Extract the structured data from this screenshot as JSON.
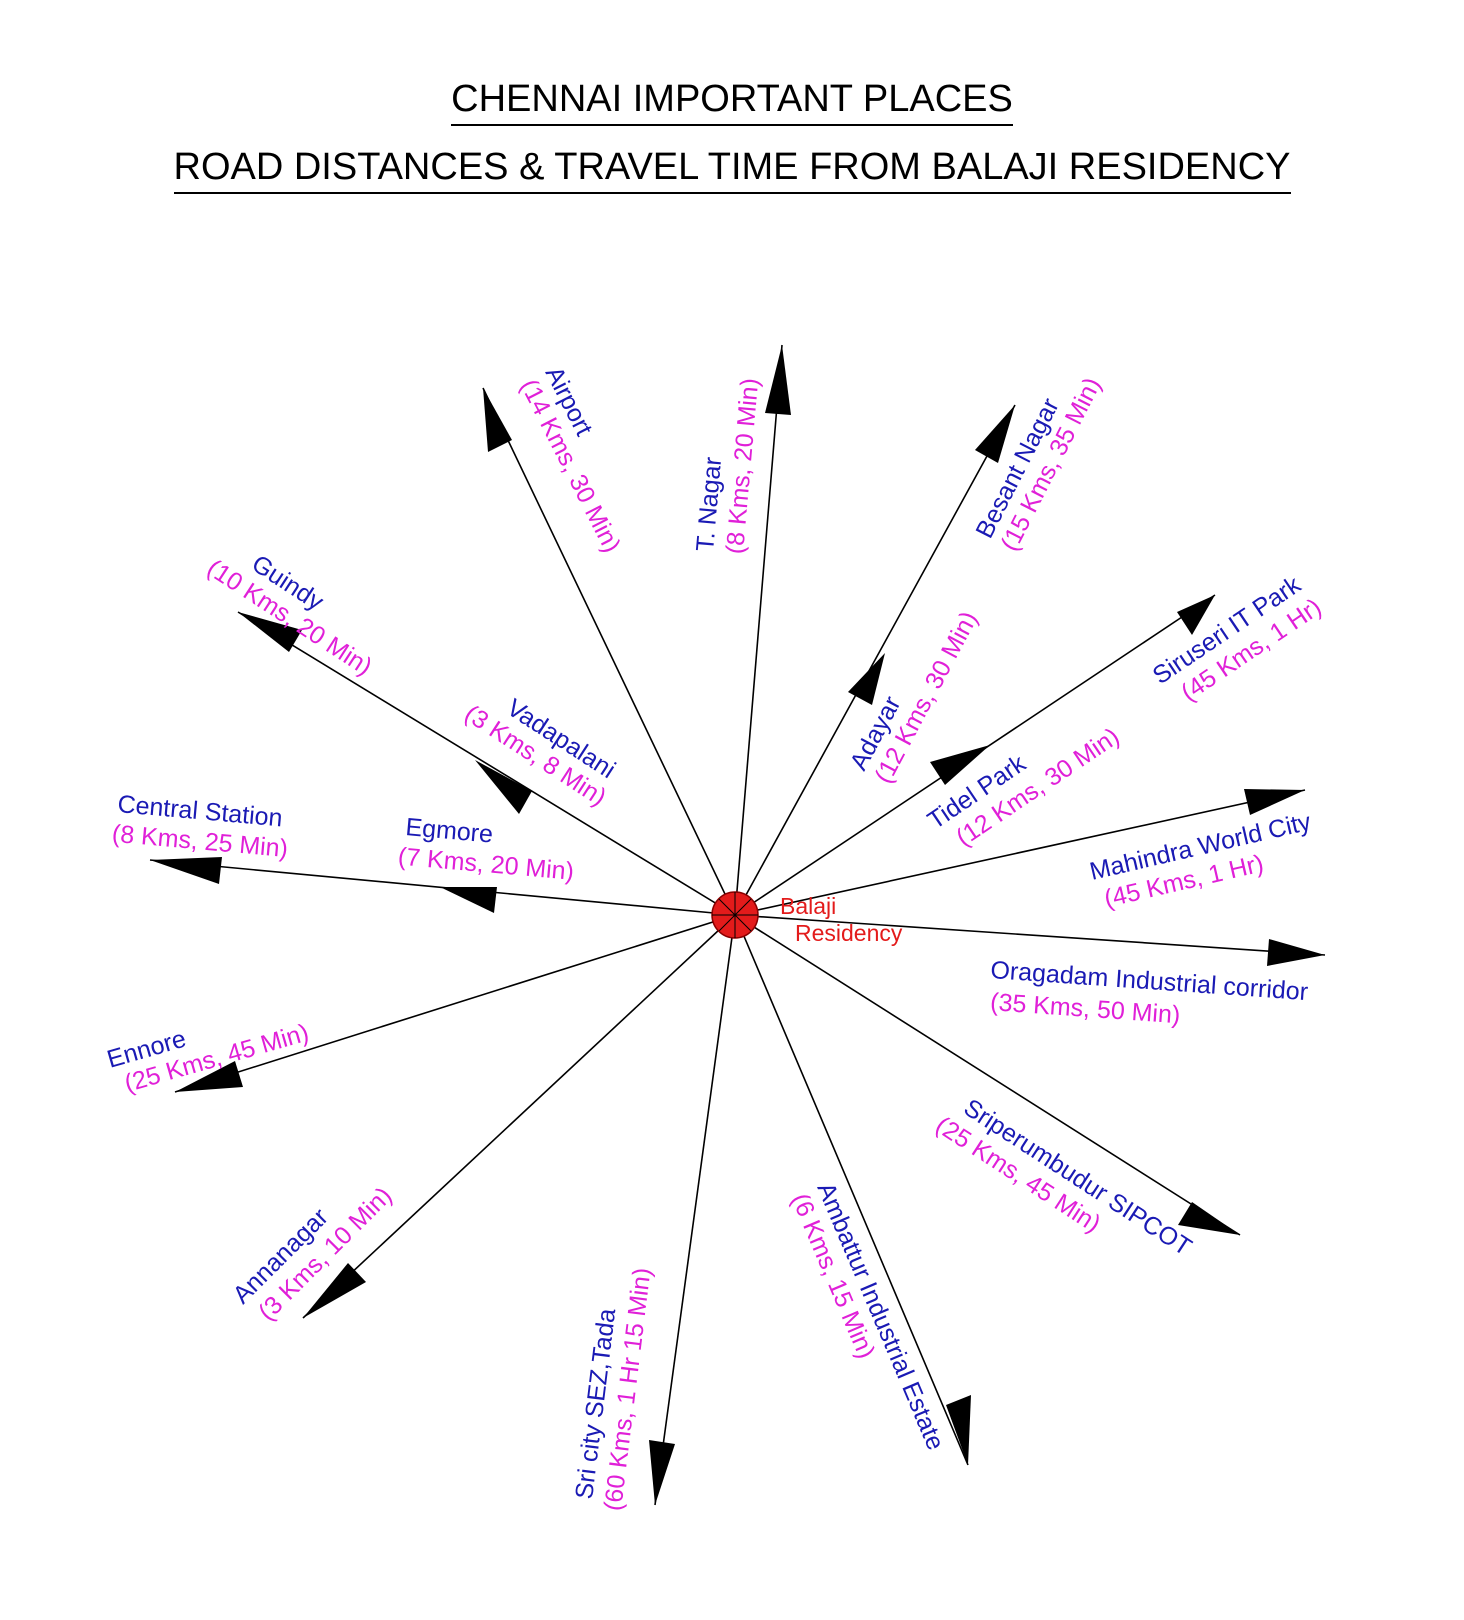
{
  "title": {
    "line1": "CHENNAI IMPORTANT PLACES",
    "line2": "ROAD DISTANCES & TRAVEL TIME FROM BALAJI RESIDENCY"
  },
  "center": {
    "line1": "Balaji",
    "line2": "Residency"
  },
  "colors": {
    "place_name": "#1a1ab4",
    "distance_text": "#e020d8",
    "center_marker": "#e31b1b",
    "arrows": "#000000"
  },
  "destinations": [
    {
      "name": "Airport",
      "distance": "(14 Kms, 30 Min)"
    },
    {
      "name": "T. Nagar",
      "distance": "(8 Kms, 20 Min)"
    },
    {
      "name": "Besant Nagar",
      "distance": "(15 Kms, 35 Min)"
    },
    {
      "name": "Adayar",
      "distance": "(12 Kms, 30 Min)"
    },
    {
      "name": "Siruseri IT Park",
      "distance": "(45 Kms, 1 Hr)"
    },
    {
      "name": "Tidel Park",
      "distance": "(12 Kms, 30 Min)"
    },
    {
      "name": "Mahindra World City",
      "distance": "(45 Kms, 1 Hr)"
    },
    {
      "name": "Oragadam Industrial corridor",
      "distance": "(35 Kms, 50 Min)"
    },
    {
      "name": "Sriperumbudur SIPCOT",
      "distance": "(25 Kms, 45 Min)"
    },
    {
      "name": "Ambattur Industrial Estate",
      "distance": "(6 Kms, 15 Min)"
    },
    {
      "name": "Sri city SEZ,Tada",
      "distance": "(60 Kms, 1 Hr 15 Min)"
    },
    {
      "name": "Annanagar",
      "distance": "(3 Kms, 10 Min)"
    },
    {
      "name": "Ennore",
      "distance": "(25 Kms, 45 Min)"
    },
    {
      "name": "Central Station",
      "distance": "(8 Kms, 25 Min)"
    },
    {
      "name": "Egmore",
      "distance": "(7 Kms, 20 Min)"
    },
    {
      "name": "Vadapalani",
      "distance": "(3 Kms, 8 Min)"
    },
    {
      "name": "Guindy",
      "distance": "(10 Kms, 20 Min)"
    }
  ]
}
